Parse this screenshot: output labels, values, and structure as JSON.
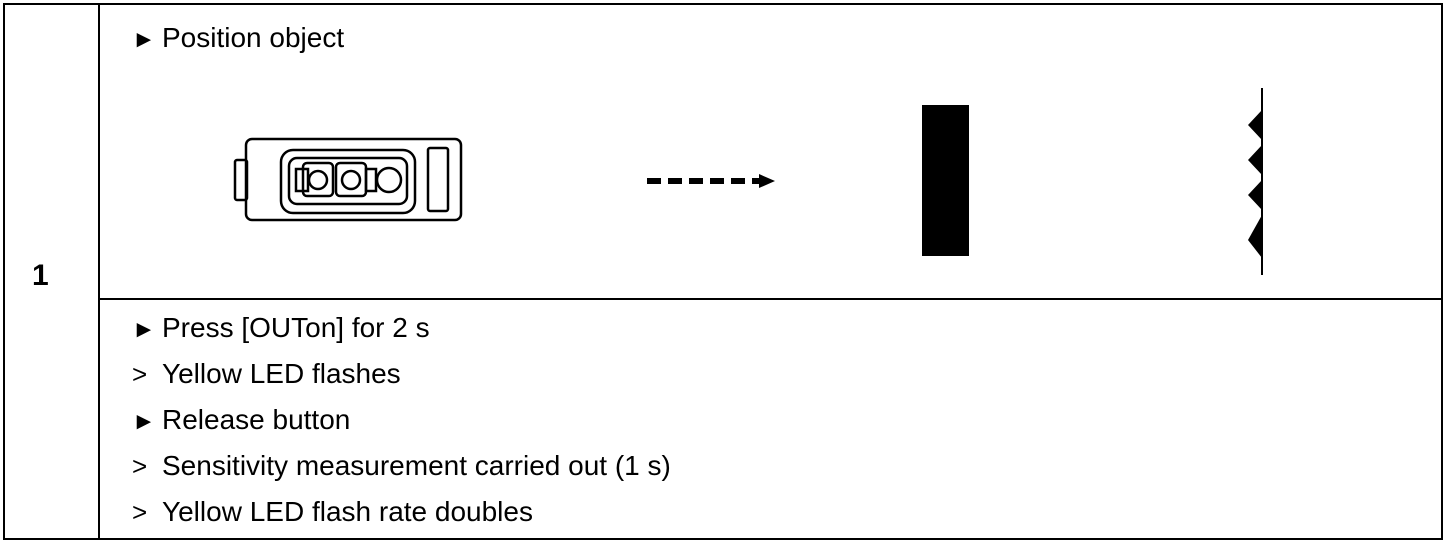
{
  "step_number": "1",
  "top_instruction": {
    "marker": "►",
    "text": "Position object"
  },
  "steps": [
    {
      "marker": "►",
      "text": "Press [OUTon] for 2 s"
    },
    {
      "marker": ">",
      "text": "Yellow LED flashes"
    },
    {
      "marker": "►",
      "text": "Release button"
    },
    {
      "marker": ">",
      "text": "Sensitivity measurement carried out (1 s)"
    },
    {
      "marker": ">",
      "text": "Yellow LED flash rate doubles"
    }
  ],
  "illustration": {
    "icons": [
      "sensor-device-icon",
      "dashed-arrow-icon",
      "target-object-icon",
      "background-surface-icon"
    ]
  }
}
